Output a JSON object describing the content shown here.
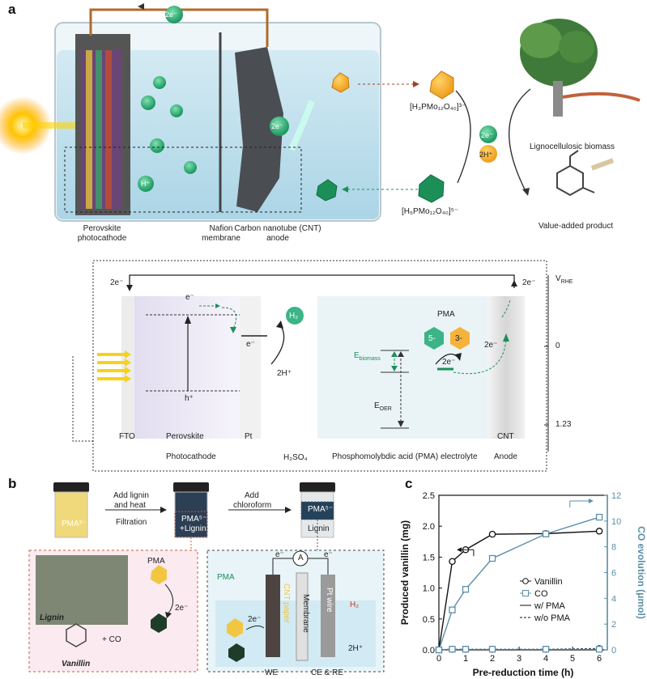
{
  "panels": {
    "a": "a",
    "b": "b",
    "c": "c"
  },
  "cell": {
    "electron": "2e⁻",
    "proton": "H⁺",
    "photocathode": "Perovskite\nphotocathode",
    "membrane": "Nafion\nmembrane",
    "anode": "Carbon nanotube (CNT)\nanode",
    "pma_ox": "[H₃PMo₁₂O₄₀]³⁻",
    "pma_red": "[H₅PMo₁₂O₄₀]⁵⁻",
    "cycle_e": "2e⁻",
    "cycle_h": "2H⁺",
    "biomass": "Lignocellulosic biomass",
    "product": "Value-added product"
  },
  "energy": {
    "left_e": "2e⁻",
    "right_e": "2e⁻",
    "vrhe": "V",
    "vrhe_sub": "RHE",
    "tick0": "0",
    "tick123": "1.23",
    "e_minus": "e⁻",
    "e_minus2": "e⁻",
    "h_plus": "h⁺",
    "h2": "H₂",
    "two_h": "2H⁺",
    "fto": "FTO",
    "perovskite": "Perovskite",
    "pt": "Pt",
    "cnt": "CNT",
    "photocathode": "Photocathode",
    "h2so4": "H₂SO₄",
    "electrolyte": "Phosphomolybdic acid (PMA) electrolyte",
    "anode": "Anode",
    "pma": "PMA",
    "hex5": "5-",
    "hex3": "3-",
    "e_biomass": "E",
    "e_biomass_sub": "biomass",
    "e_oer": "E",
    "e_oer_sub": "OER",
    "two_e_pma": "2e⁻",
    "two_e_anode": "2e⁻"
  },
  "panel_b": {
    "vial1": "PMA³⁻",
    "vial2a": "PMA⁵⁻",
    "vial2b": "+Lignin",
    "vial3a": "PMA⁵⁻",
    "vial3b": "Lignin",
    "step1a": "Add lignin",
    "step1b": "and heat",
    "step1c": "Filtration",
    "step2a": "Add",
    "step2b": "chloroform",
    "lignin": "Lignin",
    "vanillin": "Vanillin",
    "pma_label": "PMA",
    "two_e": "2e⁻",
    "plus_co": "+ CO",
    "cell_pma": "PMA",
    "cell_2e": "2e⁻",
    "cnt_paper": "CNT paper",
    "membrane": "Membrane",
    "pt_wire": "Pt wire",
    "h2": "H₂",
    "two_h": "2H⁺",
    "we": "WE",
    "ce_re": "CE & RE",
    "ammeter": "A",
    "e1": "e⁻",
    "e2": "e⁻"
  },
  "chart_data": {
    "type": "line",
    "x": [
      0,
      0.5,
      1,
      2,
      4,
      6
    ],
    "xlabel": "Pre-reduction time (h)",
    "ylabel": "Produced vanillin (mg)",
    "y2label": "CO evolution (μmol)",
    "xticks": [
      "0",
      "1",
      "2",
      "3",
      "4",
      "5",
      "6"
    ],
    "ylim": [
      0,
      2.5
    ],
    "y2lim": [
      0,
      12
    ],
    "yticks": [
      "0.0",
      "0.5",
      "1.0",
      "1.5",
      "2.0",
      "2.5"
    ],
    "y2ticks": [
      "0",
      "2",
      "4",
      "6",
      "8",
      "10",
      "12"
    ],
    "series": [
      {
        "name": "Vanillin",
        "axis": "left",
        "condition": "w/ PMA",
        "values": [
          0,
          1.43,
          1.62,
          1.87,
          1.88,
          1.92
        ]
      },
      {
        "name": "CO",
        "axis": "right",
        "condition": "w/ PMA",
        "values": [
          0,
          3.1,
          4.7,
          7.1,
          9.0,
          10.3
        ]
      },
      {
        "name": "Vanillin",
        "axis": "left",
        "condition": "w/o PMA",
        "values": [
          0,
          0.01,
          0.01,
          0.01,
          0.01,
          0.02
        ]
      },
      {
        "name": "CO",
        "axis": "right",
        "condition": "w/o PMA",
        "values": [
          0,
          0.05,
          0.05,
          0.05,
          0.05,
          0.05
        ]
      }
    ],
    "legend": [
      "Vanillin",
      "CO",
      "w/ PMA",
      "w/o PMA"
    ],
    "colors": {
      "left": "#111111",
      "right": "#5b8fa8"
    }
  }
}
